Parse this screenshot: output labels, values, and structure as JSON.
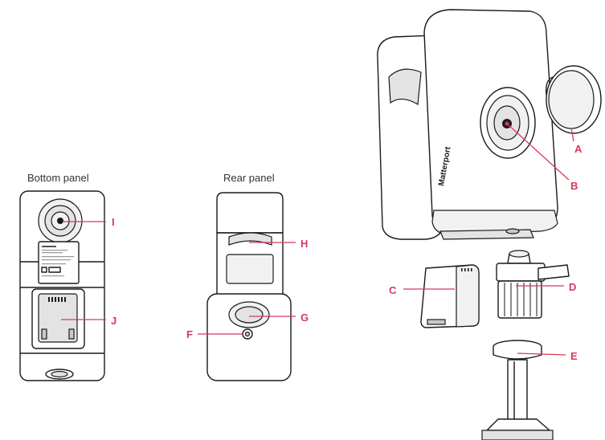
{
  "titles": {
    "bottom_panel": "Bottom panel",
    "rear_panel": "Rear panel"
  },
  "labels": {
    "A": "A",
    "B": "B",
    "C": "C",
    "D": "D",
    "E": "E",
    "F": "F",
    "G": "G",
    "H": "H",
    "I": "I",
    "J": "J"
  },
  "brand_mark": "Matterport",
  "colors": {
    "accent": "#d8385a",
    "outline": "#1a1a1a",
    "shade": "#e6e6e6",
    "shade_dark": "#bfbfbf"
  }
}
